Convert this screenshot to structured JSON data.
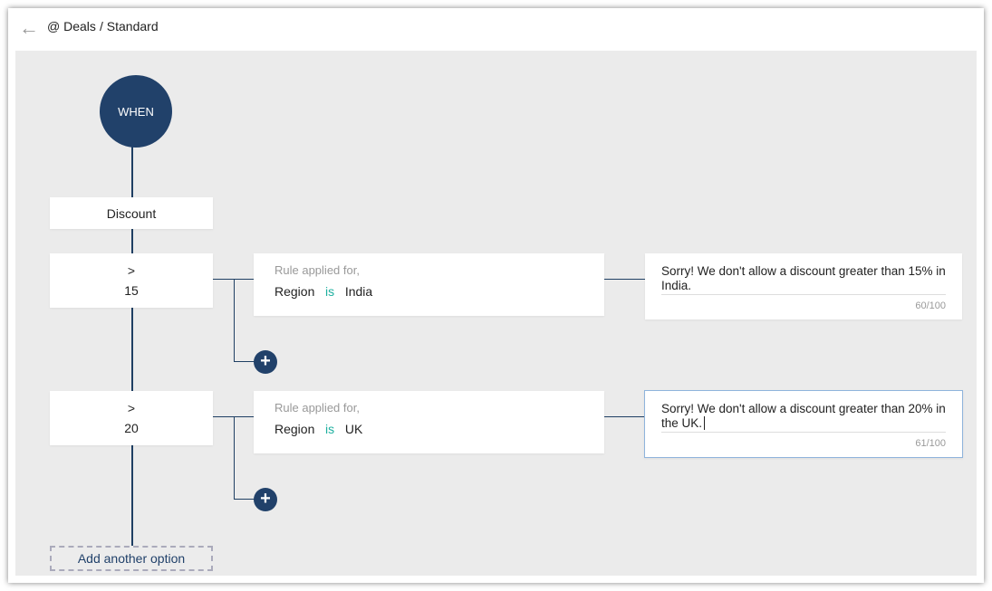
{
  "header": {
    "back_icon": "arrow-left-icon",
    "module": "@ Deals",
    "layout": "/ Standard"
  },
  "flow": {
    "when": "WHEN",
    "field": "Discount",
    "rows": [
      {
        "operator": ">",
        "value": "15",
        "rule_label": "Rule applied for,",
        "cond_field": "Region",
        "cond_op": "is",
        "cond_value": "India",
        "message": "Sorry! We don't allow a discount greater than 15% in India.",
        "count": "60/100"
      },
      {
        "operator": ">",
        "value": "20",
        "rule_label": "Rule applied for,",
        "cond_field": "Region",
        "cond_op": "is",
        "cond_value": "UK",
        "message": "Sorry! We don't allow a discount greater than 20% in the UK.",
        "count": "61/100"
      }
    ],
    "add_option": "Add another option",
    "plus": "+"
  }
}
